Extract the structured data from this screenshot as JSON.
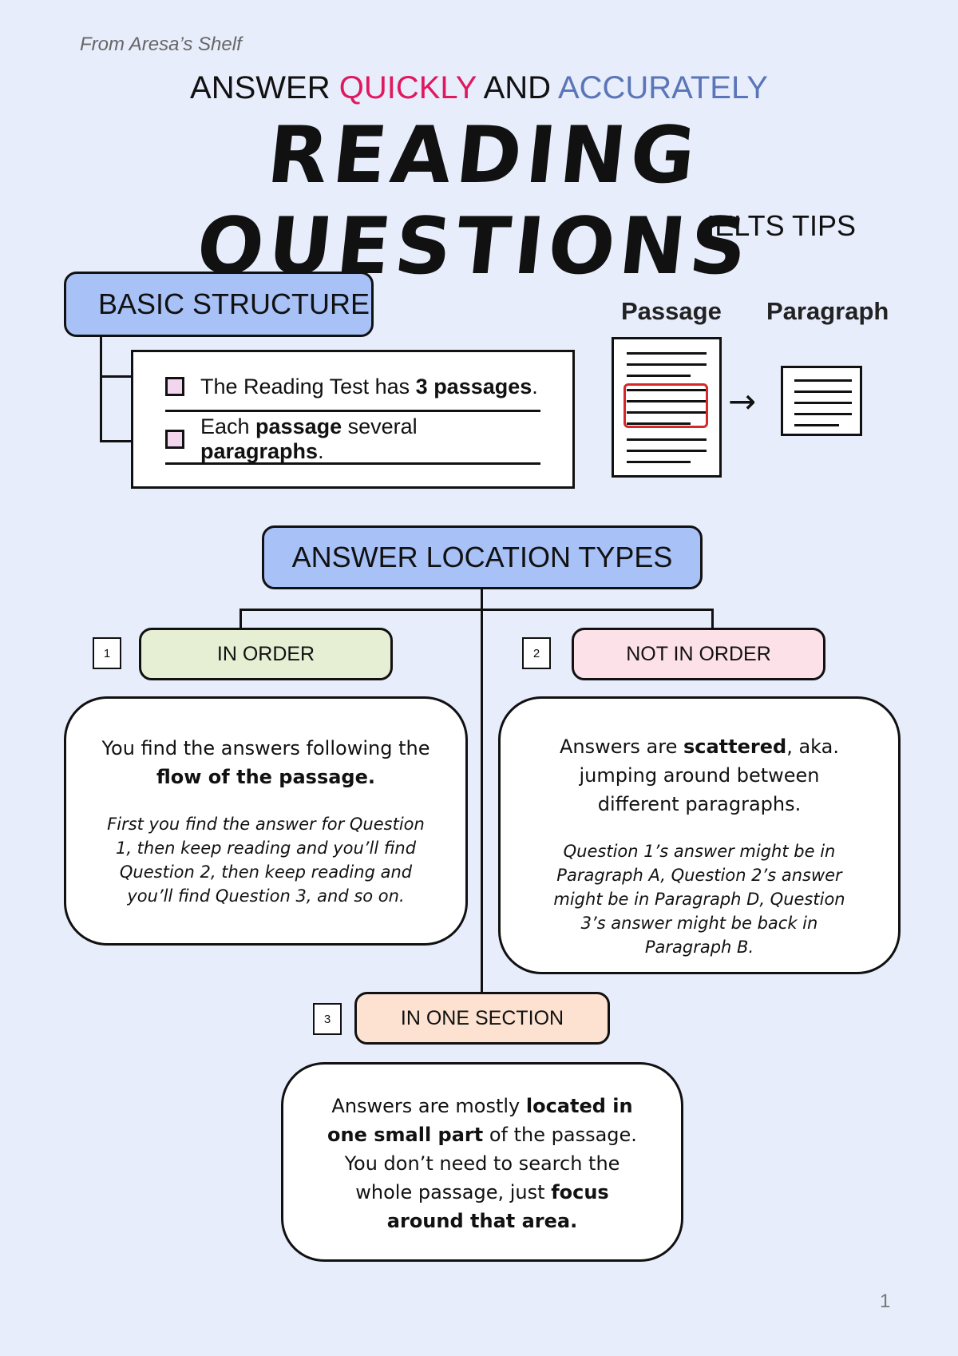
{
  "header": {
    "source": "From Aresa’s Shelf",
    "subtitle_part1": "ANSWER",
    "subtitle_part2": "QUICKLY",
    "subtitle_part3": "AND",
    "subtitle_part4": "ACCURATELY",
    "title": "READING QUESTIONS",
    "tag": "IELTS TIPS"
  },
  "basic_structure": {
    "heading": "BASIC STRUCTURE",
    "items": [
      {
        "pre": "The Reading Test has ",
        "bold": "3 passages",
        "post": "."
      },
      {
        "pre": "Each ",
        "bold": "passage",
        "mid": " several ",
        "bold2": "paragraphs",
        "post": "."
      }
    ],
    "passage_label": "Passage",
    "paragraph_label": "Paragraph",
    "arrow": "→"
  },
  "answer_location": {
    "heading": "ANSWER LOCATION TYPES",
    "types": [
      {
        "number": "1",
        "label": "IN ORDER",
        "color": "#e6efd3",
        "line1_pre": "You find the answers following the ",
        "line1_bold": "flow of the passage.",
        "example": "First you find the answer for Question 1, then keep reading and you’ll find Question 2, then keep reading and you’ll find Question 3, and so on."
      },
      {
        "number": "2",
        "label": "NOT IN ORDER",
        "color": "#fde1e8",
        "line1_pre": "Answers are ",
        "line1_bold": "scattered",
        "line1_post": ", aka. jumping around between different paragraphs.",
        "example": "Question 1’s answer might be in Paragraph A, Question 2’s answer might be in Paragraph D, Question 3’s answer might be back in Paragraph B."
      },
      {
        "number": "3",
        "label": "IN ONE SECTION",
        "color": "#fde2d2",
        "t1": "Answers are mostly ",
        "b1": "located in one small part",
        "t2": " of the passage. You don’t need to search the whole passage, just ",
        "b2": "focus around that area."
      }
    ]
  },
  "page_number": "1",
  "colors": {
    "background": "#e8edfc",
    "heading_pill": "#a8c1f7",
    "accent_pink": "#e0195f",
    "accent_blue": "#5a76b8",
    "highlight_red": "#d62828"
  }
}
